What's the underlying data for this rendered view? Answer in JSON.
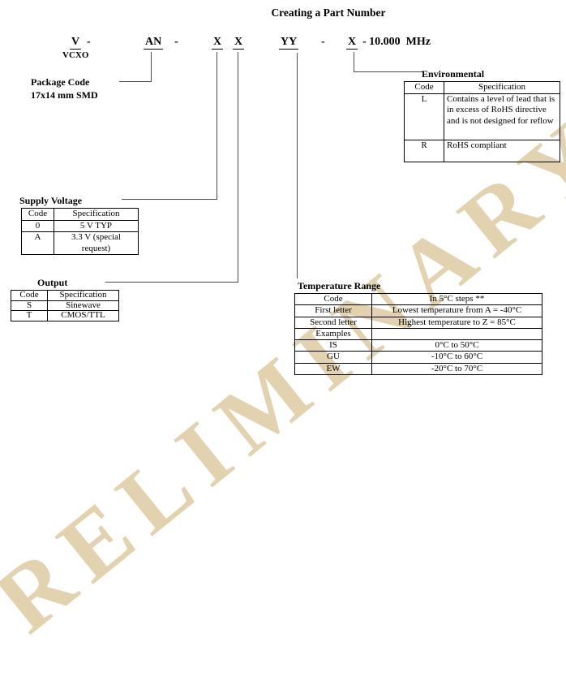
{
  "page_title": "Creating a Part Number",
  "watermark_text": "PRELIMINARY",
  "part_number": {
    "v": "V",
    "sep1": "-",
    "an": "AN",
    "sep2": "-",
    "x1": "X",
    "x2": "X",
    "yy": "YY",
    "sep3": "-",
    "x3": "X",
    "frequency": "- 10.000  MHz",
    "vcxo_label": "VCXO"
  },
  "labels": {
    "package_code_line1": "Package Code",
    "package_code_line2": "17x14 mm SMD"
  },
  "tables": {
    "environmental": {
      "title": "Environmental",
      "headers": [
        "Code",
        "Specification"
      ],
      "rows": [
        {
          "code": "L",
          "spec": "Contains a level of lead that is in excess of RoHS directive and is not designed for reflow"
        },
        {
          "code": "R",
          "spec": "RoHS compliant"
        }
      ]
    },
    "supply_voltage": {
      "title": "Supply Voltage",
      "headers": [
        "Code",
        "Specification"
      ],
      "rows": [
        {
          "code": "0",
          "spec": "5 V TYP"
        },
        {
          "code": "A",
          "spec": "3.3 V (special request)"
        }
      ]
    },
    "output": {
      "title": "Output",
      "headers": [
        "Code",
        "Specification"
      ],
      "rows": [
        {
          "code": "S",
          "spec": "Sinewave"
        },
        {
          "code": "T",
          "spec": "CMOS/TTL"
        }
      ]
    },
    "temperature_range": {
      "title": "Temperature Range",
      "rows": [
        {
          "label": "Code",
          "value": "In 5°C steps **"
        },
        {
          "label": "First letter",
          "value": "Lowest temperature from A = -40°C"
        },
        {
          "label": "Second letter",
          "value": "Highest temperature to Z = 85°C"
        },
        {
          "label": "Examples",
          "value": ""
        },
        {
          "label": "IS",
          "value": "0°C to 50°C"
        },
        {
          "label": "GU",
          "value": "-10°C to 60°C"
        },
        {
          "label": "EW",
          "value": "-20°C to 70°C"
        }
      ]
    }
  },
  "colors": {
    "watermark": "#c6a662",
    "connector_line": "#4a4a4a",
    "text": "#000000",
    "background": "#ffffff"
  }
}
